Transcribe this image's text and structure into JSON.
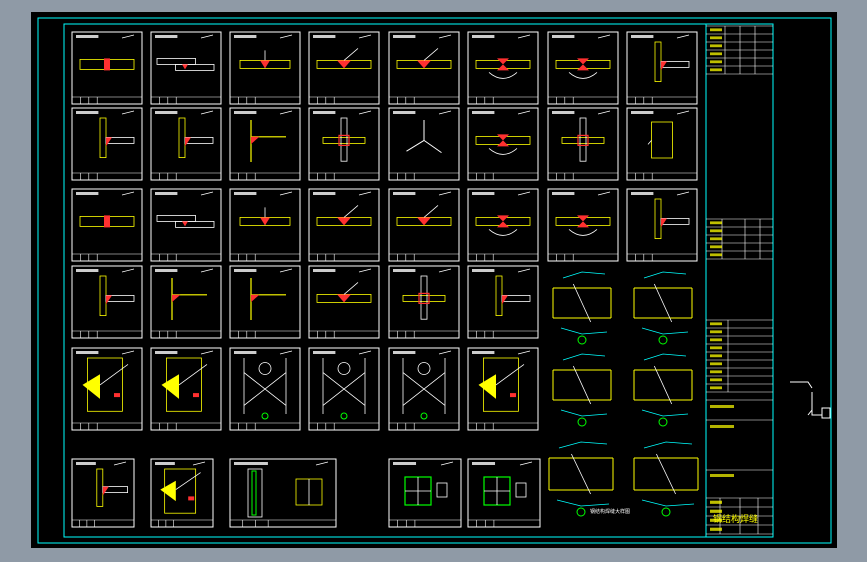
{
  "window": {
    "background": "#8f9aa6",
    "sheet_color": "#000000",
    "frame_color": "#00ffff",
    "weld_color": "#ff3030",
    "line_color": "#ffffff",
    "accent_color": "#ffff00",
    "leader_color": "#00ff00"
  },
  "drawing": {
    "title_block_label": "钢结构焊缝",
    "detail_note": "钢结构焊缝大样图",
    "rows": [
      {
        "panels": [
          {
            "kind": "butt"
          },
          {
            "kind": "lap"
          },
          {
            "kind": "groove"
          },
          {
            "kind": "v"
          },
          {
            "kind": "v"
          },
          {
            "kind": "x"
          },
          {
            "kind": "x"
          },
          {
            "kind": "tee"
          }
        ]
      },
      {
        "panels": [
          {
            "kind": "tee"
          },
          {
            "kind": "tee"
          },
          {
            "kind": "corner"
          },
          {
            "kind": "cross"
          },
          {
            "kind": "angle"
          },
          {
            "kind": "x"
          },
          {
            "kind": "cross"
          },
          {
            "kind": "plain"
          }
        ]
      },
      {
        "panels": [
          {
            "kind": "butt"
          },
          {
            "kind": "lap"
          },
          {
            "kind": "groove"
          },
          {
            "kind": "v"
          },
          {
            "kind": "v"
          },
          {
            "kind": "x"
          },
          {
            "kind": "x"
          },
          {
            "kind": "tee"
          }
        ]
      },
      {
        "panels": [
          {
            "kind": "tee"
          },
          {
            "kind": "corner"
          },
          {
            "kind": "corner"
          },
          {
            "kind": "v"
          },
          {
            "kind": "cross"
          },
          {
            "kind": "tee"
          }
        ]
      },
      {
        "panels": [
          {
            "kind": "column"
          },
          {
            "kind": "column"
          },
          {
            "kind": "beam"
          },
          {
            "kind": "beam"
          },
          {
            "kind": "beam"
          },
          {
            "kind": "column"
          }
        ]
      },
      {
        "panels": [
          {
            "kind": "tee"
          },
          {
            "kind": "column"
          },
          {
            "kind": "section"
          },
          {
            "kind": "box"
          },
          {
            "kind": "box"
          }
        ]
      }
    ]
  }
}
